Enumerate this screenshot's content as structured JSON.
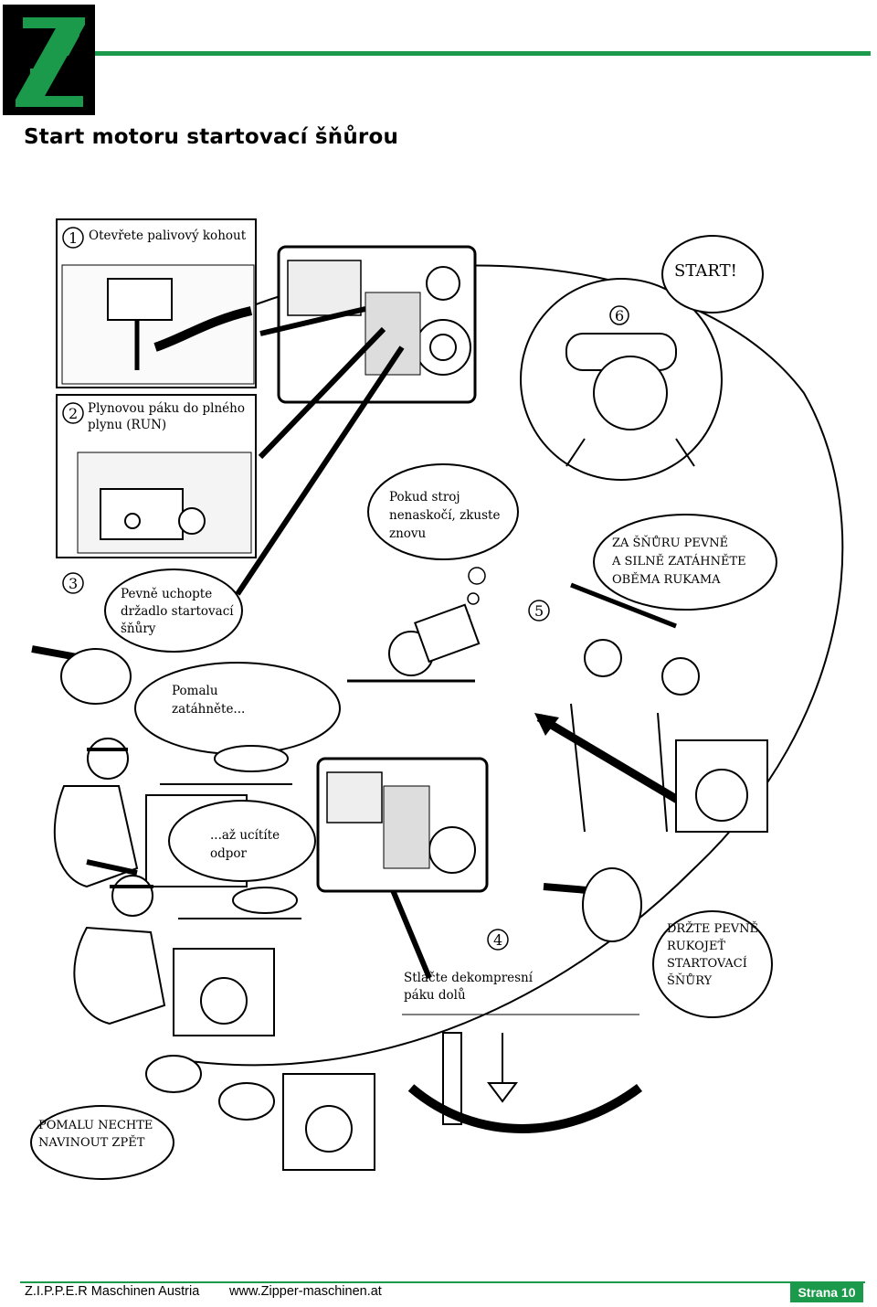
{
  "header": {
    "title": "Start motoru startovací šňůrou"
  },
  "illustration": {
    "steps": [
      {
        "number": "1",
        "text": [
          "Otevřete palivový kohout"
        ]
      },
      {
        "number": "2",
        "text": [
          "Plynovou páku do plného",
          "plynu (RUN)"
        ]
      },
      {
        "number": "3",
        "text": [
          "Pevně uchopte",
          "držadlo startovací",
          "šňůry"
        ]
      },
      {
        "number": "4",
        "text": [
          "Stlačte dekompresní",
          "páku dolů"
        ]
      },
      {
        "number": "5",
        "text": [
          "ZA ŠŇŮRU PEVNĚ",
          "A SILNĚ ZATÁHNĚTE",
          "OBĚMA RUKAMA"
        ]
      },
      {
        "number": "6",
        "text": [
          "START!"
        ]
      }
    ],
    "bubbles": {
      "slowly_pull": [
        "Pomalu",
        "zatáhněte..."
      ],
      "feel_resistance": [
        "...až ucítíte",
        "odpor"
      ],
      "retry": [
        "Pokud stroj",
        "nenaskočí, zkuste",
        "znovu"
      ],
      "hold_handle": [
        "DRŽTE PEVNĚ",
        "RUKOJEŤ",
        "STARTOVACÍ",
        "ŠŇŮRY"
      ],
      "let_back": [
        "POMALU NECHTE",
        "NAVINOUT ZPĚT"
      ]
    }
  },
  "footer": {
    "company": "Z.I.P.P.E.R Maschinen Austria",
    "website": "www.Zipper-maschinen.at",
    "page_label": "Strana 10"
  },
  "colors": {
    "brand_green": "#1a9a4a",
    "logo_background": "#000000"
  }
}
